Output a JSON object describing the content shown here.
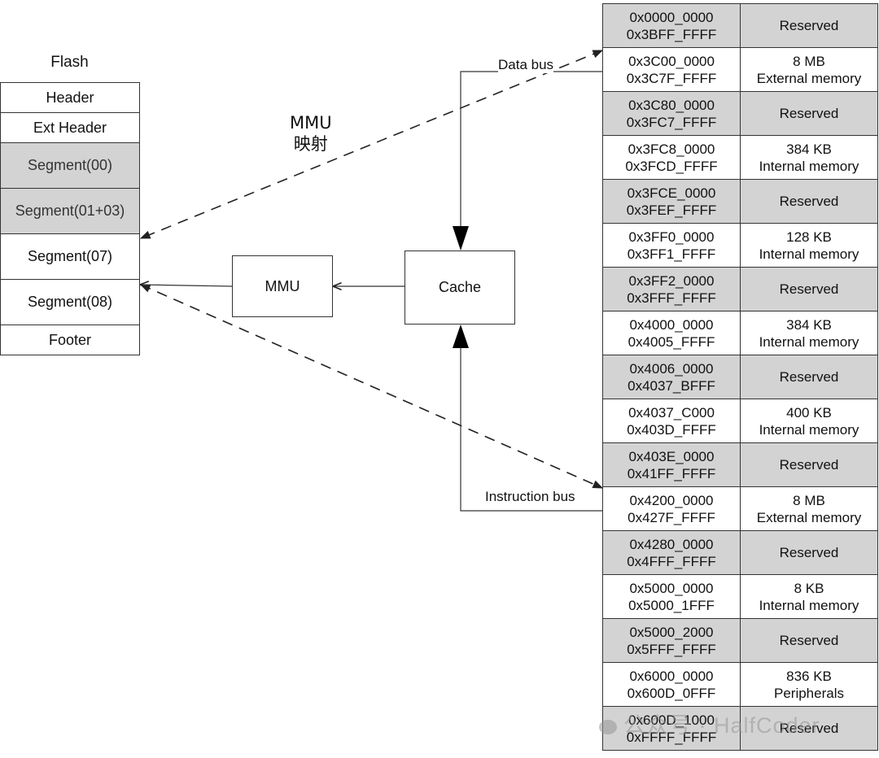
{
  "flash": {
    "title": "Flash",
    "cells": [
      {
        "label": "Header",
        "shaded": false
      },
      {
        "label": "Ext Header",
        "shaded": false
      },
      {
        "label": "Segment(00)",
        "shaded": true
      },
      {
        "label": "Segment(01+03)",
        "shaded": true
      },
      {
        "label": "Segment(07)",
        "shaded": false
      },
      {
        "label": "Segment(08)",
        "shaded": false
      },
      {
        "label": "Footer",
        "shaded": false
      }
    ]
  },
  "mmu_box": "MMU",
  "cache_box": "Cache",
  "mapping_label": {
    "line1": "MMU",
    "line2": "映射"
  },
  "bus_labels": {
    "data": "Data bus",
    "instruction": "Instruction bus"
  },
  "memory_map": [
    {
      "start": "0x0000_0000",
      "end": "0x3BFF_FFFF",
      "size": "",
      "type": "Reserved",
      "shaded": true
    },
    {
      "start": "0x3C00_0000",
      "end": "0x3C7F_FFFF",
      "size": "8 MB",
      "type": "External memory",
      "shaded": false
    },
    {
      "start": "0x3C80_0000",
      "end": "0x3FC7_FFFF",
      "size": "",
      "type": "Reserved",
      "shaded": true
    },
    {
      "start": "0x3FC8_0000",
      "end": "0x3FCD_FFFF",
      "size": "384 KB",
      "type": "Internal memory",
      "shaded": false
    },
    {
      "start": "0x3FCE_0000",
      "end": "0x3FEF_FFFF",
      "size": "",
      "type": "Reserved",
      "shaded": true
    },
    {
      "start": "0x3FF0_0000",
      "end": "0x3FF1_FFFF",
      "size": "128 KB",
      "type": "Internal memory",
      "shaded": false
    },
    {
      "start": "0x3FF2_0000",
      "end": "0x3FFF_FFFF",
      "size": "",
      "type": "Reserved",
      "shaded": true
    },
    {
      "start": "0x4000_0000",
      "end": "0x4005_FFFF",
      "size": "384 KB",
      "type": "Internal memory",
      "shaded": false
    },
    {
      "start": "0x4006_0000",
      "end": "0x4037_BFFF",
      "size": "",
      "type": "Reserved",
      "shaded": true
    },
    {
      "start": "0x4037_C000",
      "end": "0x403D_FFFF",
      "size": "400 KB",
      "type": "Internal memory",
      "shaded": false
    },
    {
      "start": "0x403E_0000",
      "end": "0x41FF_FFFF",
      "size": "",
      "type": "Reserved",
      "shaded": true
    },
    {
      "start": "0x4200_0000",
      "end": "0x427F_FFFF",
      "size": "8 MB",
      "type": "External memory",
      "shaded": false
    },
    {
      "start": "0x4280_0000",
      "end": "0x4FFF_FFFF",
      "size": "",
      "type": "Reserved",
      "shaded": true
    },
    {
      "start": "0x5000_0000",
      "end": "0x5000_1FFF",
      "size": "8 KB",
      "type": "Internal memory",
      "shaded": false
    },
    {
      "start": "0x5000_2000",
      "end": "0x5FFF_FFFF",
      "size": "",
      "type": "Reserved",
      "shaded": true
    },
    {
      "start": "0x6000_0000",
      "end": "0x600D_0FFF",
      "size": "836 KB",
      "type": "Peripherals",
      "shaded": false
    },
    {
      "start": "0x600D_1000",
      "end": "0xFFFF_FFFF",
      "size": "",
      "type": "Reserved",
      "shaded": true
    }
  ],
  "watermark": "公众号 · HalfCoder",
  "colors": {
    "shaded": "#d3d3d3",
    "line": "#222222"
  }
}
